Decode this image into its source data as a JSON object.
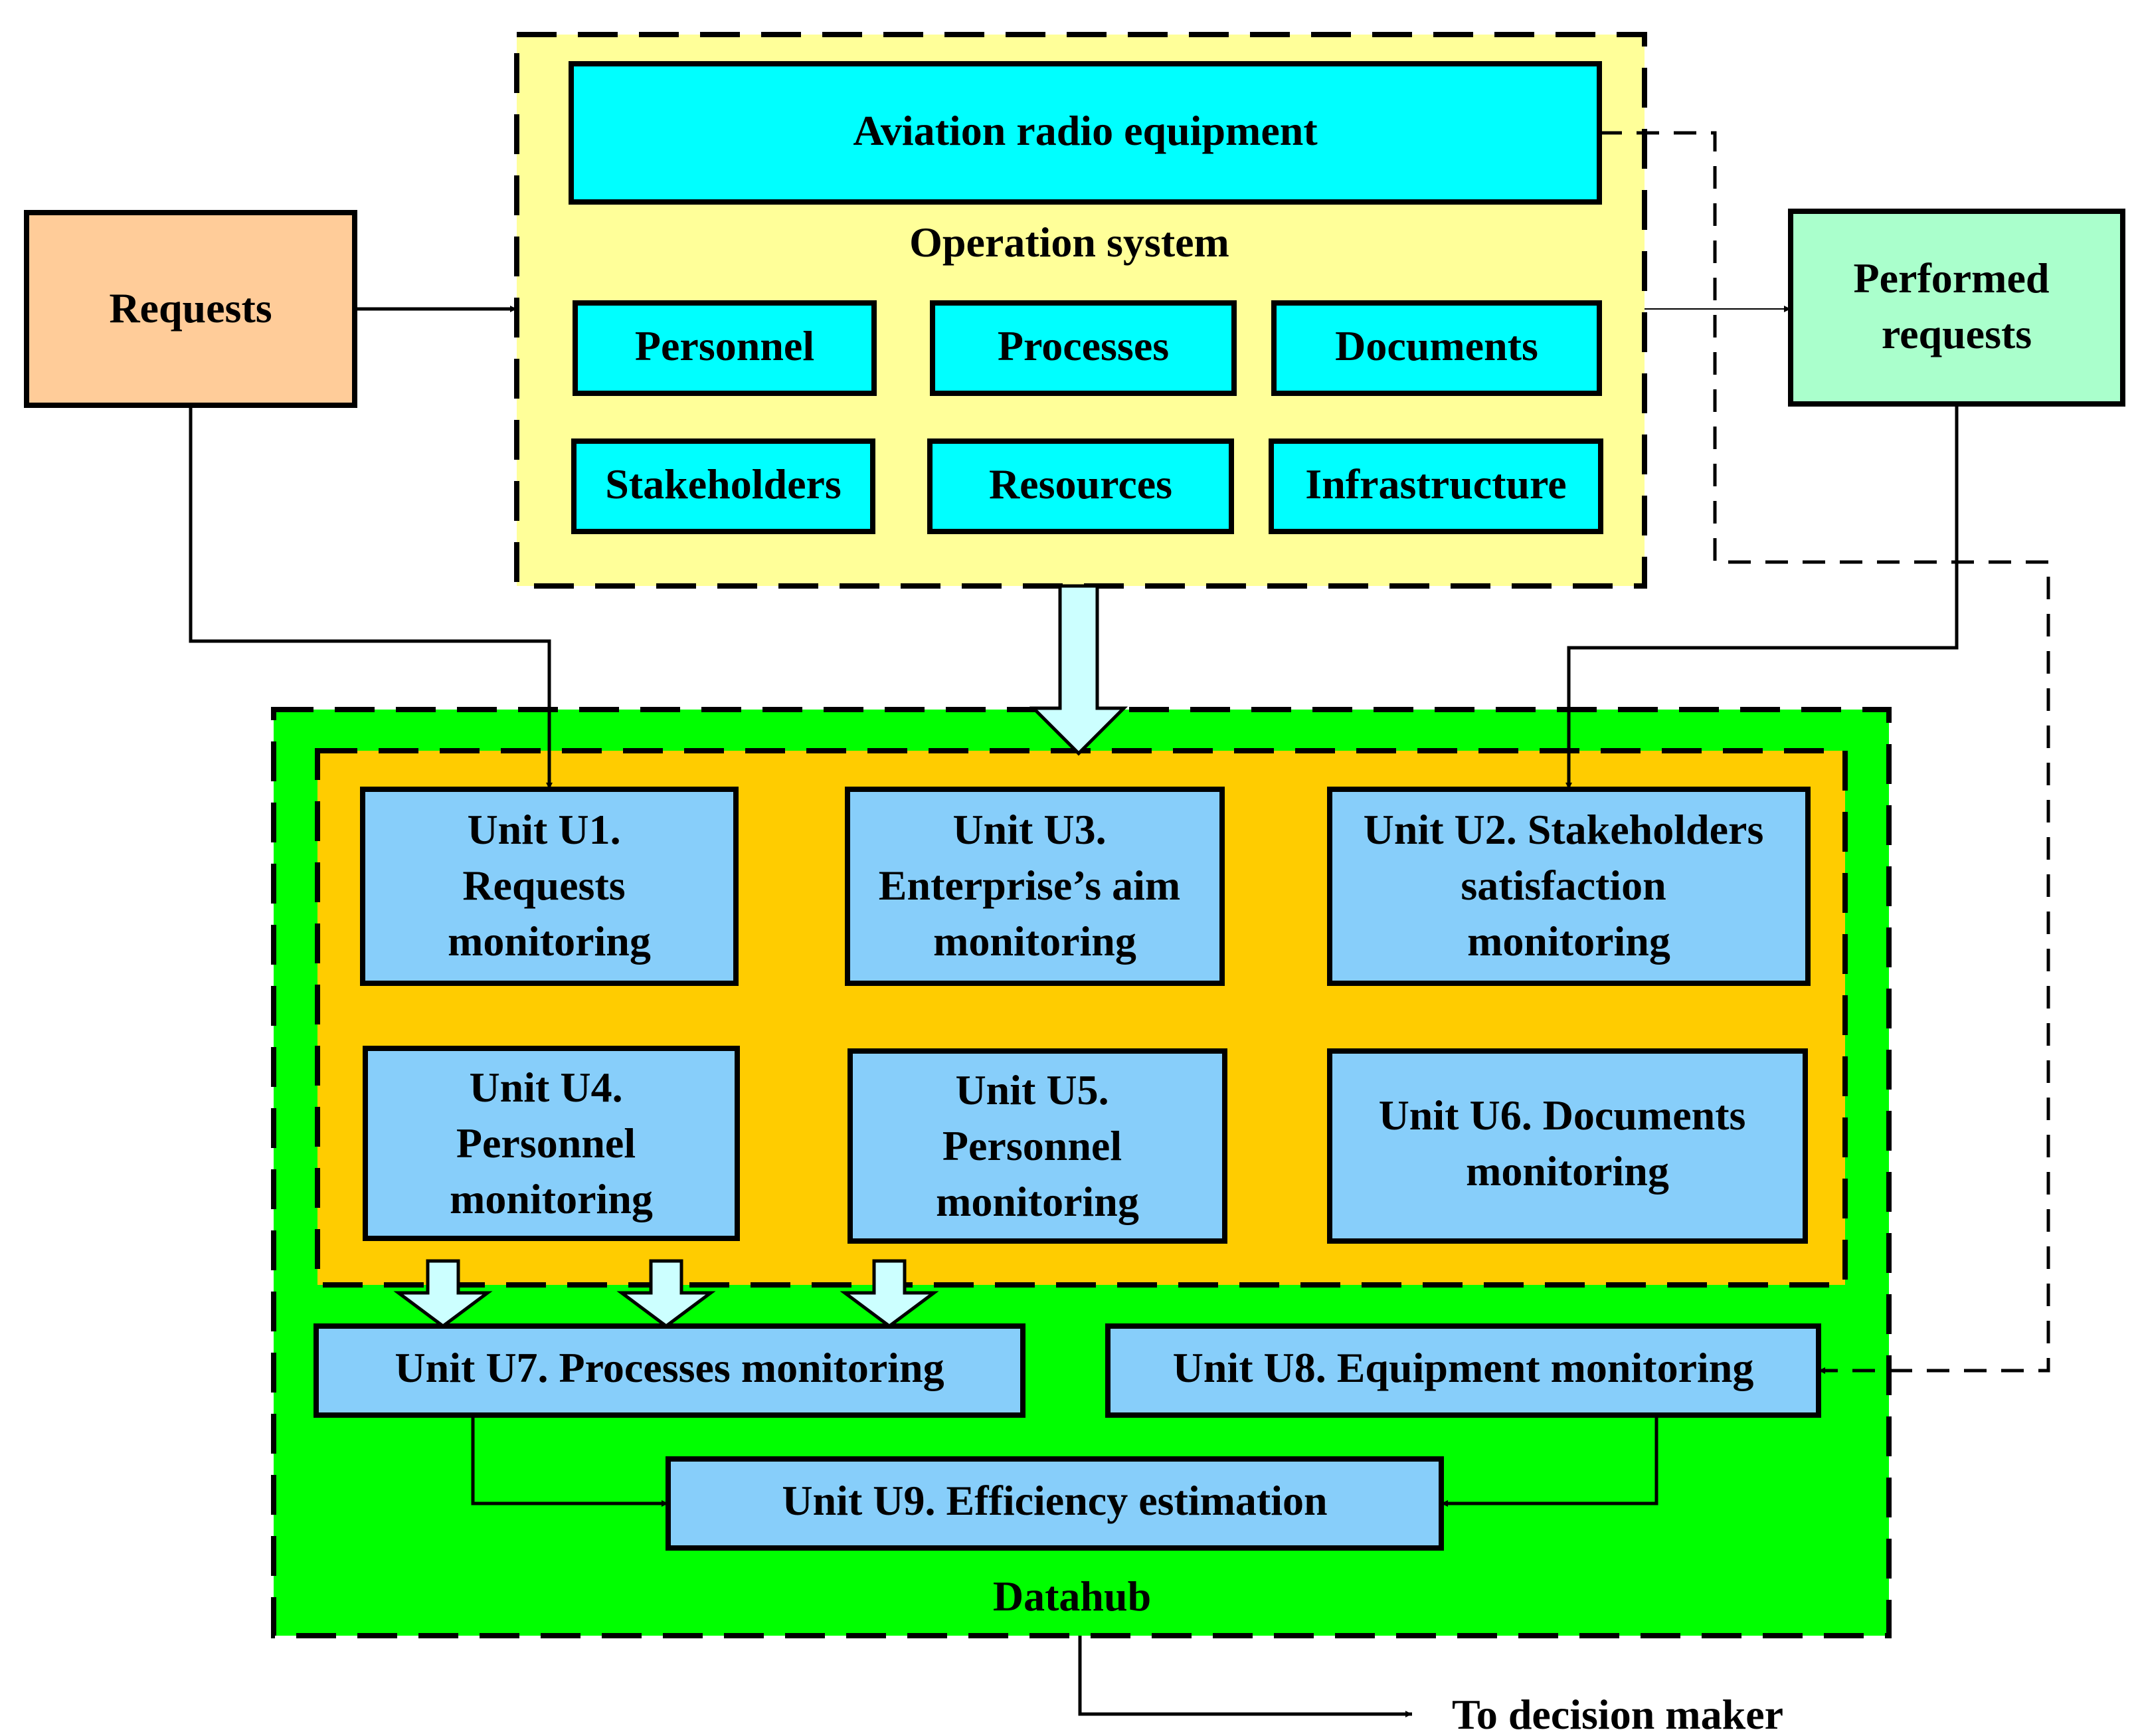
{
  "colors": {
    "operation_bg": "#FFFF99",
    "cyan_box": "#00FFFF",
    "requests_box": "#FFCC99",
    "performed_box": "#AAFFCC",
    "datahub_bg": "#00FF00",
    "units_bg": "#FFCC00",
    "unit_box": "#87CEFA",
    "fat_arrow": "#CCFFFF",
    "line": "#000000"
  },
  "requests": {
    "label": "Requests"
  },
  "performed": {
    "lines": [
      "Performed",
      "requests"
    ]
  },
  "operation": {
    "top_label": "Aviation radio equipment",
    "title": "Operation system",
    "items": [
      "Personnel",
      "Processes",
      "Documents",
      "Stakeholders",
      "Resources",
      "Infrastructure"
    ]
  },
  "datahub": {
    "title": "Datahub",
    "u1": {
      "lines": [
        "Unit U1.",
        "Requests",
        "monitoring"
      ]
    },
    "u3": {
      "lines": [
        "Unit U3.",
        "Enterprise’s aim",
        "monitoring"
      ]
    },
    "u2": {
      "lines": [
        "Unit U2. Stakeholders",
        "satisfaction",
        "monitoring"
      ]
    },
    "u4": {
      "lines": [
        "Unit U4.",
        "Personnel",
        "monitoring"
      ]
    },
    "u5": {
      "lines": [
        "Unit U5.",
        "Personnel",
        "monitoring"
      ]
    },
    "u6": {
      "lines": [
        "Unit U6. Documents",
        "monitoring"
      ]
    },
    "u7": {
      "label": "Unit U7. Processes monitoring"
    },
    "u8": {
      "label": "Unit U8. Equipment monitoring"
    },
    "u9": {
      "label": "Unit U9. Efficiency estimation"
    }
  },
  "output": {
    "label": "To decision maker"
  }
}
